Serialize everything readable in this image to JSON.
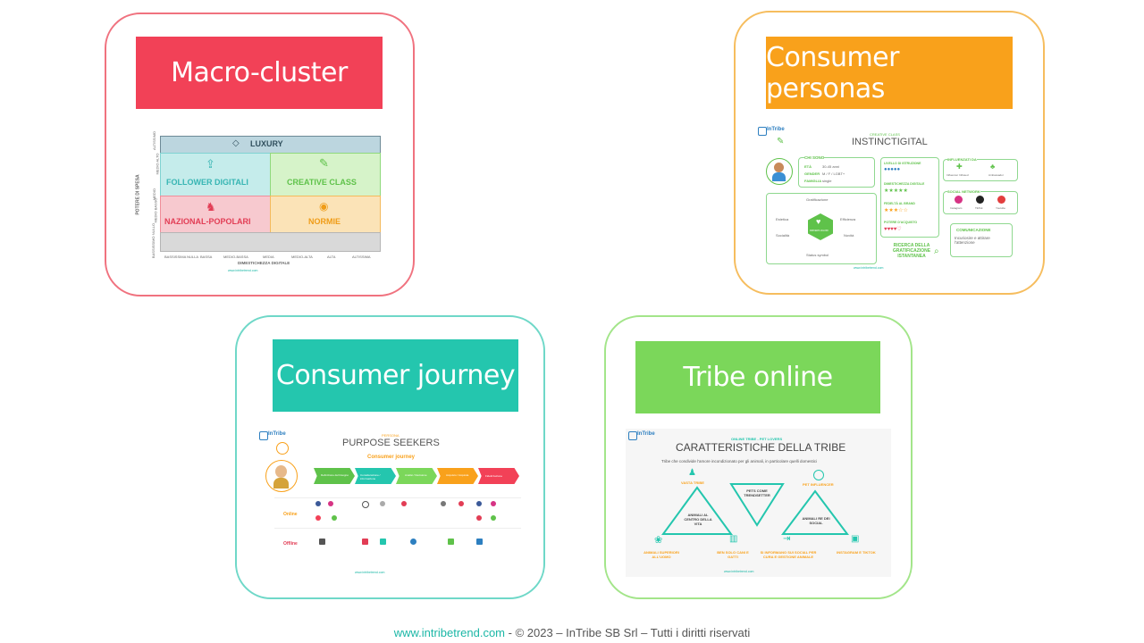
{
  "cards": {
    "macro": {
      "title": "Macro-cluster",
      "color": "#f24157",
      "thumb": {
        "y_axis": "POTERE DI SPESA",
        "x_axis": "DIMESTICHEZZA DIGITALE",
        "top_label": "LUXURY",
        "cells": [
          "FOLLOWER DIGITALI",
          "CREATIVE CLASS",
          "NAZIONAL-POPOLARI",
          "NORMIE"
        ],
        "x_ticks": [
          "BASSISSIMA NULLA",
          "BASSA",
          "MEDIO-BASSA",
          "MEDIA",
          "MEDIO-ALTA",
          "ALTA",
          "ALTISSIMA"
        ],
        "y_ticks": [
          "ALTISSIMO",
          "MEDIO ALTO",
          "MEDIO",
          "MEDIO BASSO",
          "BASSISSIMO NULLO"
        ]
      }
    },
    "personas": {
      "title": "Consumer personas",
      "color": "#f9a11b",
      "thumb": {
        "brand": "InTribe",
        "subtitle": "CREATIVE CLASS",
        "name": "INSTINCTIGITAL",
        "chi_sono": "CHI SONO",
        "eta_label": "ETÀ",
        "eta_value": "30-45 anni",
        "gender_label": "GENDER",
        "gender_value": "M / F / LGBT+",
        "famiglia_label": "FAMIGLIA",
        "famiglia_value": "single",
        "scores": [
          "LIVELLO DI ISTRUZIONE",
          "DIMESTICHEZZA DIGITALE",
          "FEDELTÀ AL BRAND",
          "POTERE D'ACQUISTO"
        ],
        "influenzati": "INFLUENZATI DA",
        "influencers": [
          "Influencer Inflused",
          "Ambassador"
        ],
        "social_label": "SOCIAL NETWORK",
        "socials": [
          "Instagram",
          "TikTok",
          "Youtube"
        ],
        "comunicazione_title": "COMUNICAZIONE",
        "comunicazione_text": "Incuriosire e attirare l'attenzione",
        "wheel": [
          "Gratificazione",
          "Estetica",
          "Efficienza",
          "Socialità",
          "Novità",
          "Status symbol"
        ],
        "hex_label": "DRIVERS VALORI",
        "ricerca": "RICERCA DELLA GRATIFICAZIONE ISTANTANEA"
      }
    },
    "journey": {
      "title": "Consumer journey",
      "color": "#24c6ae",
      "thumb": {
        "brand": "InTribe",
        "subtitle": "PERSONA",
        "name": "PURPOSE SEEKERS",
        "section": "Consumer journey",
        "steps": [
          "Definizione del bisogno",
          "Considerazione / informazione",
          "Analisi / Decisione",
          "Acquisto / Acquista",
          "Fidelizzazione"
        ],
        "rows": [
          "Online",
          "Offline"
        ]
      }
    },
    "tribe": {
      "title": "Tribe online",
      "color": "#7bd75a",
      "thumb": {
        "brand": "InTribe",
        "subtitle": "ONLINE TRIBE - PET LOVERS",
        "name": "CARATTERISTICHE DELLA TRIBE",
        "desc": "Tribe che condivide l'amore incondizionato per gli animali, in particolare quelli domestici",
        "top_left": "VASTA TRIBE",
        "top_right": "PET INFLUENCER",
        "center_top": "PETS COME TRENDSETTER",
        "tri_left": "ANIMALI AL CENTRO DELLA VITA",
        "tri_right": "ANIMALI RE DEI SOCIAL",
        "bottom": [
          "ANIMALI SUPERIORI ALL'UOMO",
          "BEN SOLO CANI E GATTI",
          "SI INFORMANO SUI SOCIAL PER CURA E GESTIONE ANIMALE",
          "INSTAGRAM E TIKTOK"
        ]
      }
    }
  },
  "footer": {
    "url": "www.intribetrend.com",
    "rest": " - © 2023 – InTribe SB Srl – Tutti i diritti riservati"
  }
}
